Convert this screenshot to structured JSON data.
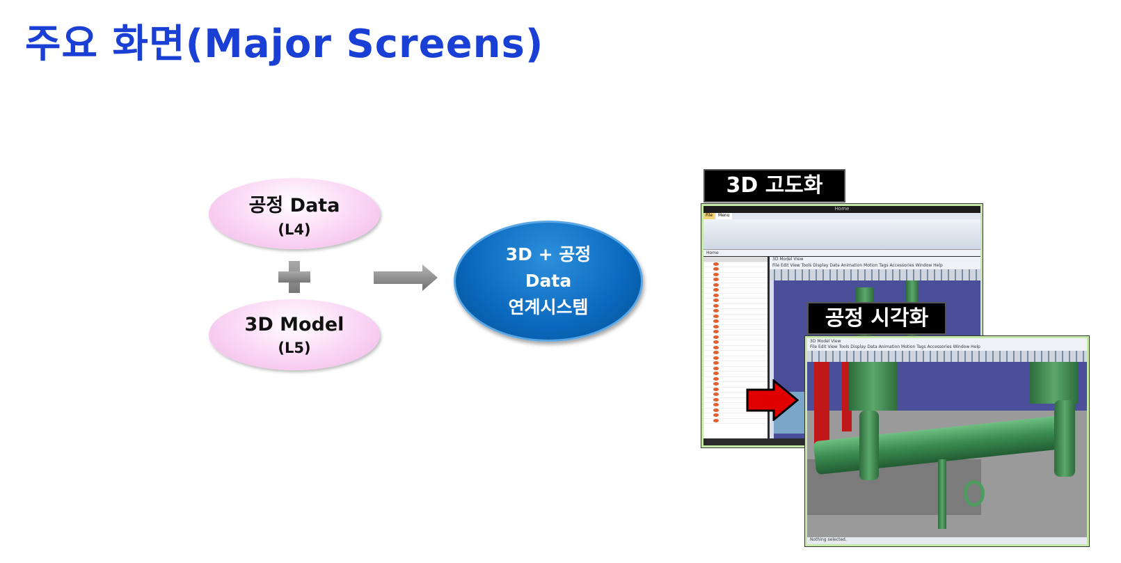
{
  "slide_title": "주요 화면(Major Screens)",
  "inputs": [
    {
      "name": "공정 Data",
      "level": "(L4)"
    },
    {
      "name": "3D Model",
      "level": "(L5)"
    }
  ],
  "result": {
    "line1": "3D + 공정",
    "line2": "Data",
    "line3": "연계시스템"
  },
  "screens": [
    {
      "label": "3D 고도화",
      "window_title": "Home",
      "tabs": [
        "File",
        "Menu"
      ],
      "home_tab": "Home",
      "view_title": "3D Model View",
      "menu": "File  Edit  View  Tools  Display Data  Animation  Motion  Tags  Accessories  Window  Help"
    },
    {
      "label": "공정 시각화",
      "view_title": "3D Model View",
      "menu": "File  Edit  View  Tools  Display Data  Animation  Motion  Tags  Accessories  Window  Help",
      "status": "Nothing selected."
    }
  ],
  "colors": {
    "title": "#1a3fd4",
    "result_ellipse": "#0a68bd",
    "input_ellipse": "#f3b6ea",
    "highlight_arrow": "#e00000"
  }
}
